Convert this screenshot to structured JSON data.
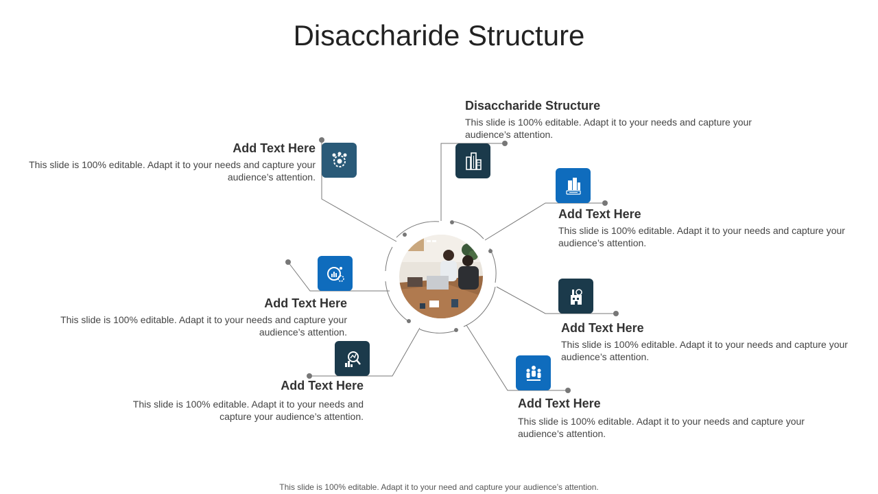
{
  "slide": {
    "title": "Disaccharide Structure",
    "footer": "This slide is 100% editable. Adapt it to your need and capture your audience’s attention."
  },
  "nodes": [
    {
      "id": "top",
      "heading": "Disaccharide Structure",
      "body": "This slide is 100% editable. Adapt it to your needs and capture your audience’s attention.",
      "icon": "buildings-icon",
      "color": "#1b3a4b"
    },
    {
      "id": "top-left",
      "heading": "Add Text Here",
      "body": "This slide is 100% editable. Adapt it to your needs and capture your audience’s attention.",
      "icon": "team-gear-icon",
      "color": "#2a5a78"
    },
    {
      "id": "right-upper",
      "heading": "Add Text Here",
      "body": "This slide is 100% editable. Adapt it to your needs and capture your audience’s attention.",
      "icon": "city-year-icon",
      "color": "#0f6cbd"
    },
    {
      "id": "left-middle",
      "heading": "Add Text Here",
      "body": "This slide is 100% editable. Adapt it to your needs and capture your audience’s attention.",
      "icon": "analytics-gear-icon",
      "color": "#0f6cbd"
    },
    {
      "id": "right-middle",
      "heading": "Add Text Here",
      "body": "This slide is 100% editable. Adapt it to your needs and capture your audience’s attention.",
      "icon": "factory-icon",
      "color": "#1b3a4b"
    },
    {
      "id": "left-lower",
      "heading": "Add Text Here",
      "body": "This slide is 100% editable. Adapt it to your needs and capture your audience’s attention.",
      "icon": "search-chart-icon",
      "color": "#1b3a4b"
    },
    {
      "id": "right-lower",
      "heading": "Add Text Here",
      "body": "This slide is 100% editable. Adapt it to your needs and capture your audience’s attention.",
      "icon": "people-group-icon",
      "color": "#0f6cbd"
    }
  ]
}
